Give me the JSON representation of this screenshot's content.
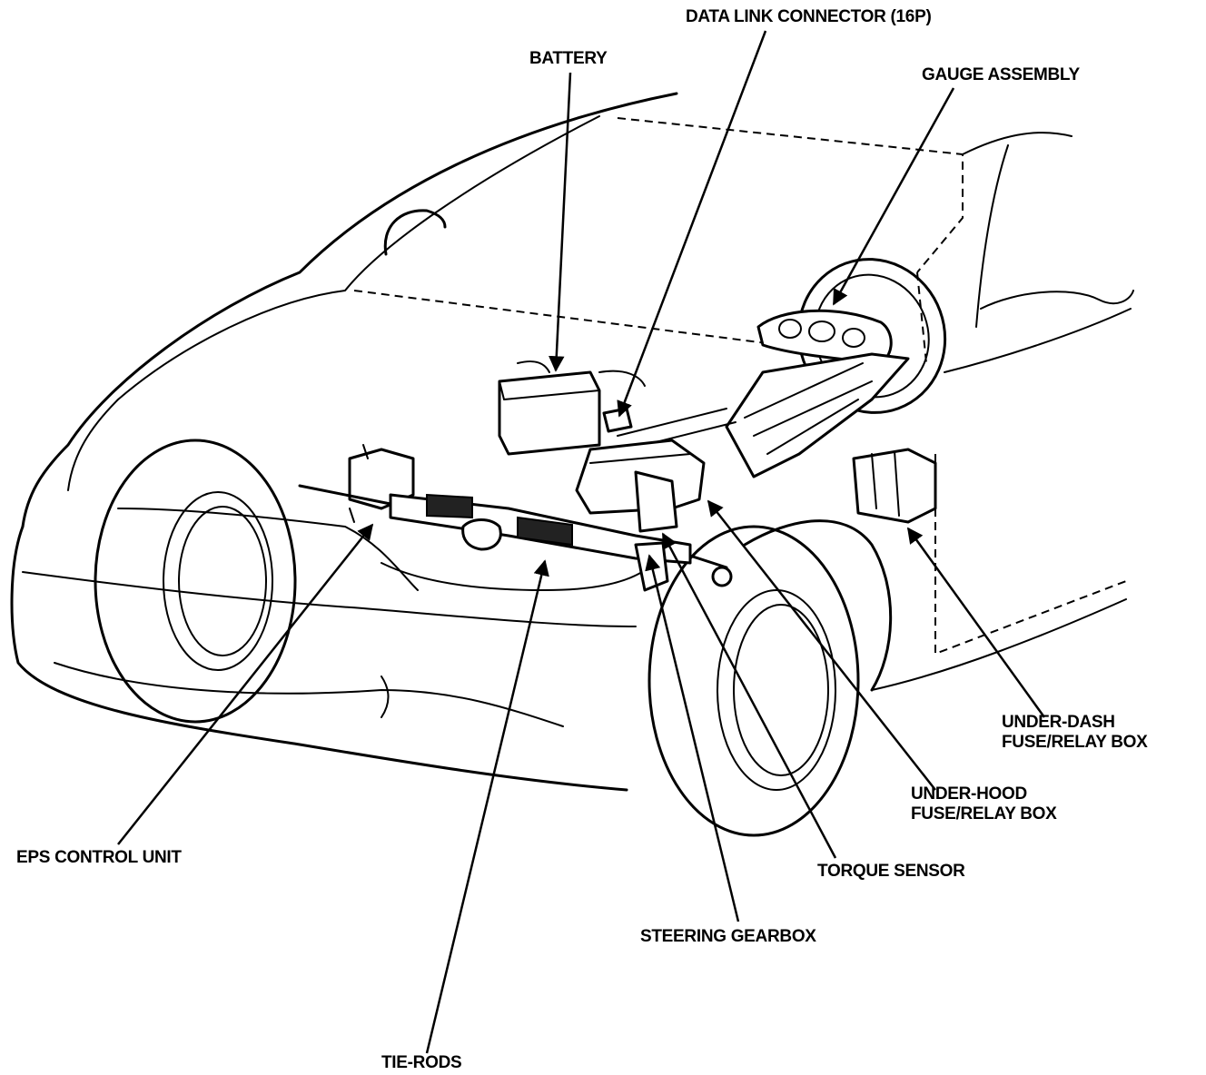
{
  "labels": {
    "battery": "BATTERY",
    "data_link_connector": "DATA LINK CONNECTOR (16P)",
    "gauge_assembly": "GAUGE ASSEMBLY",
    "under_dash_line1": "UNDER-DASH",
    "under_dash_line2": "FUSE/RELAY BOX",
    "under_hood_line1": "UNDER-HOOD",
    "under_hood_line2": "FUSE/RELAY BOX",
    "torque_sensor": "TORQUE SENSOR",
    "steering_gearbox": "STEERING GEARBOX",
    "eps_control_unit": "EPS CONTROL UNIT",
    "tie_rods": "TIE-RODS"
  },
  "colors": {
    "ink": "#000000",
    "paper": "#ffffff"
  }
}
